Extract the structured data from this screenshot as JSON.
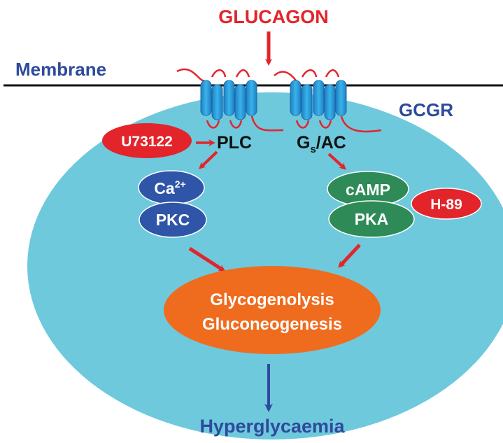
{
  "title": "GLUCAGON",
  "membrane_label": "Membrane",
  "receptor_label": "GCGR",
  "pathways": {
    "left": {
      "effector": "PLC",
      "inhibitor": "U73122",
      "messenger": {
        "base": "Ca",
        "sup": "2+"
      },
      "kinase": "PKC"
    },
    "right": {
      "effector": {
        "base": "G",
        "sub": "s",
        "rest": "/AC"
      },
      "messenger": "cAMP",
      "kinase": "PKA",
      "inhibitor": "H-89"
    }
  },
  "process": {
    "line1": "Glycogenolysis",
    "line2": "Gluconeogenesis"
  },
  "outcome": "Hyperglycaemia",
  "colors": {
    "red": "#e3242b",
    "cell": "#6ec9dc",
    "blue_text": "#2e4a9c",
    "receptor": "#2aa6e0",
    "blue_oval": "#2f55a8",
    "green_oval": "#2e8b57",
    "orange": "#ef6c1f"
  }
}
